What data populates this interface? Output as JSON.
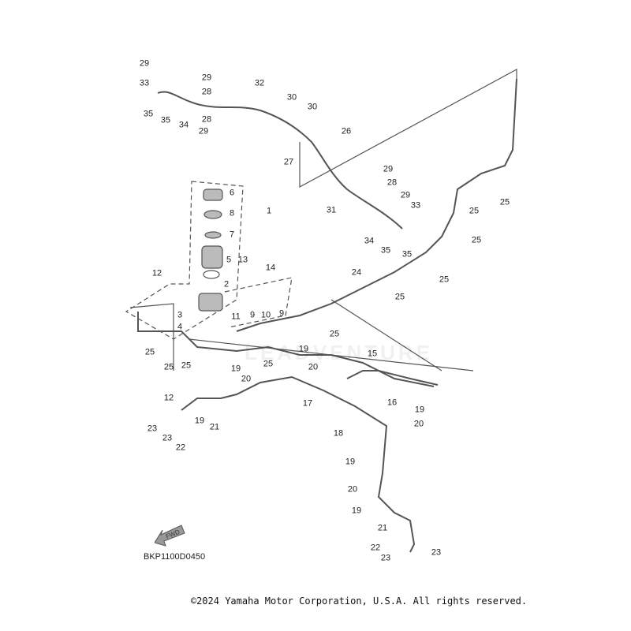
{
  "diagram_code": "BKP1100D0450",
  "fwd_label": "FWD",
  "watermark": "LEADVENTURE",
  "copyright": "©2024 Yamaha Motor Corporation, U.S.A. All rights reserved.",
  "labels": [
    "29",
    "33",
    "29",
    "28",
    "35",
    "35",
    "34",
    "32",
    "30",
    "30",
    "28",
    "29",
    "26",
    "27",
    "29",
    "28",
    "29",
    "33",
    "31",
    "34",
    "35",
    "35",
    "6",
    "8",
    "1",
    "7",
    "5",
    "13",
    "14",
    "12",
    "2",
    "11",
    "9",
    "10",
    "9",
    "3",
    "4",
    "24",
    "25",
    "25",
    "25",
    "25",
    "25",
    "25",
    "25",
    "25",
    "25",
    "25",
    "19",
    "20",
    "15",
    "12",
    "19",
    "20",
    "16",
    "17",
    "19",
    "20",
    "18",
    "23",
    "23",
    "19",
    "21",
    "22",
    "19",
    "20",
    "19",
    "21",
    "22",
    "23",
    "23"
  ]
}
